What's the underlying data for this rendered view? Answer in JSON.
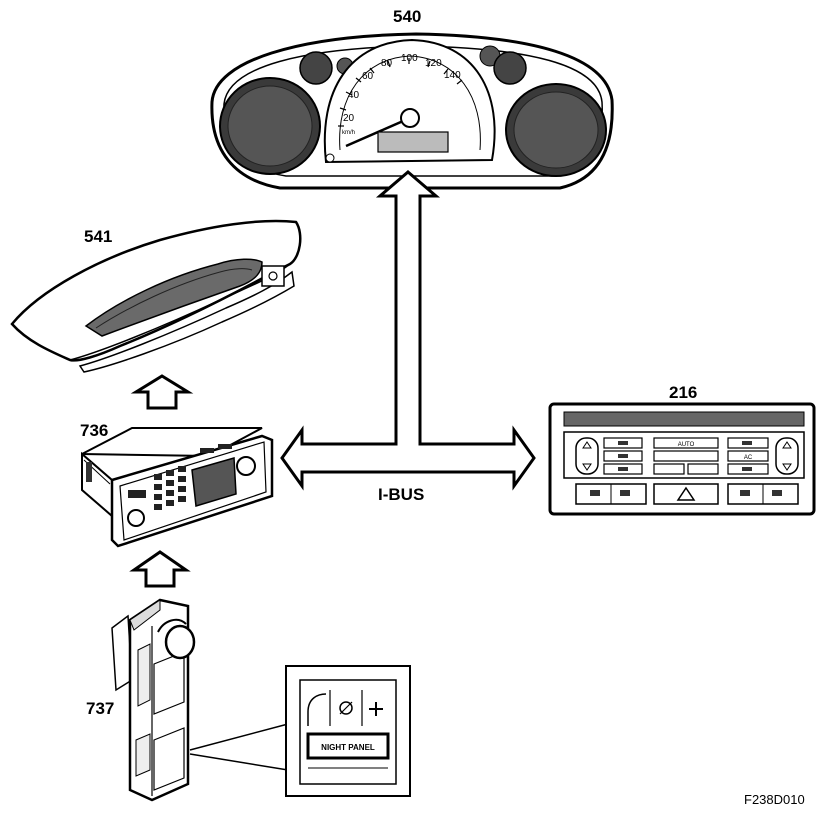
{
  "labels": {
    "instrument_cluster": "540",
    "sid_display": "541",
    "audio_unit": "736",
    "climate_panel": "216",
    "dimmer_switch": "737",
    "bus": "I-BUS",
    "figure_code": "F238D010"
  },
  "speedometer": {
    "ticks": [
      "20",
      "40",
      "60",
      "80",
      "100",
      "120",
      "140"
    ],
    "unit": "km/h"
  },
  "inset": {
    "button_label": "NIGHT PANEL"
  },
  "climate": {
    "auto_label": "AUTO",
    "ac_label": "AC"
  }
}
